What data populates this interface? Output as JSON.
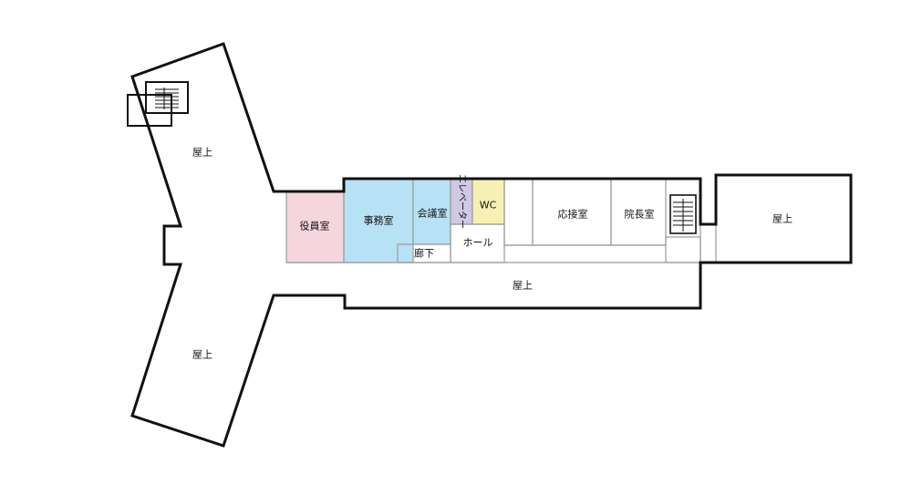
{
  "colors": {
    "wall": "#111111",
    "partition": "#9a9a9a",
    "officer_room": "#f5d5de",
    "office": "#b7e1f5",
    "meeting_room": "#b7e1f5",
    "elevator": "#cfc9e3",
    "wc": "#f7f0b3",
    "default_room": "#ffffff"
  },
  "rooms": {
    "officer_room": "役員室",
    "office": "事務室",
    "meeting_room": "会議室",
    "elevator": "エレベーター",
    "wc": "WC",
    "hall": "ホール",
    "corridor": "廊下",
    "reception_room": "応接室",
    "director_room": "院長室"
  },
  "rooftops": {
    "west_upper": "屋上",
    "west_lower": "屋上",
    "south": "屋上",
    "east": "屋上"
  },
  "icons": [
    "stairs-icon",
    "stairs-icon"
  ]
}
